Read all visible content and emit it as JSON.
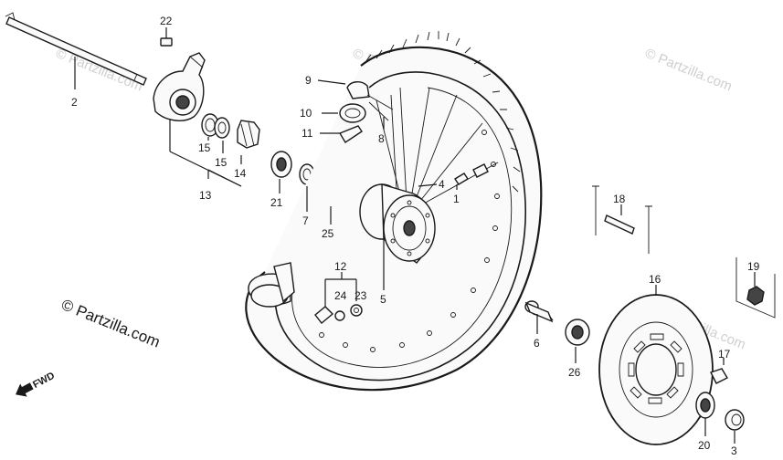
{
  "copyright": "© Partzilla.com",
  "watermark": "© Partzilla.com",
  "fwd_label": "FWD",
  "colors": {
    "ink": "#1a1a1a",
    "watermark": "#cfcfcf",
    "background": "#ffffff"
  },
  "callouts": {
    "p2": "2",
    "p22": "22",
    "p15a": "15",
    "p15b": "15",
    "p14": "14",
    "p13": "13",
    "p21": "21",
    "p7": "7",
    "p25": "25",
    "p9": "9",
    "p10": "10",
    "p11": "11",
    "p8": "8",
    "p4": "4",
    "p1": "1",
    "p5": "5",
    "p12": "12",
    "p24": "24",
    "p23": "23",
    "p18": "18",
    "p19": "19",
    "p16": "16",
    "p6": "6",
    "p26": "26",
    "p17": "17",
    "p20": "20",
    "p3": "3"
  }
}
